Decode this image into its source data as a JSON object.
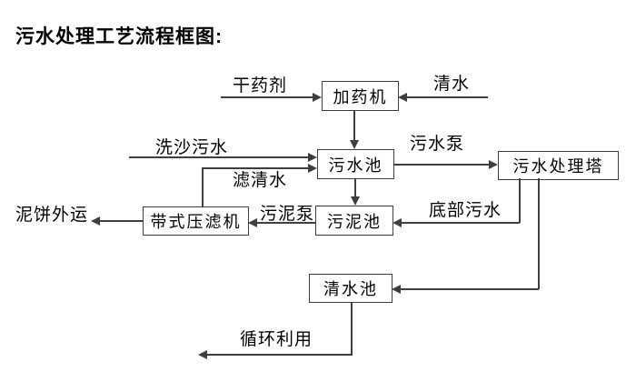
{
  "title": "污水处理工艺流程框图:",
  "colors": {
    "line": "#3f3f3f",
    "border": "#3f3f3f",
    "text": "#000000",
    "background": "#ffffff"
  },
  "nodes": {
    "dosing_machine": {
      "label": "加药机"
    },
    "sewage_pool": {
      "label": "污水池"
    },
    "treatment_tower": {
      "label": "污水处理塔"
    },
    "sludge_pool": {
      "label": "污泥池"
    },
    "belt_filter_press": {
      "label": "带式压滤机"
    },
    "clean_water_pool": {
      "label": "清水池"
    }
  },
  "flow_labels": {
    "dry_agent": "干药剂",
    "clean_water": "清水",
    "sand_wash_sewage": "洗沙污水",
    "sewage_pump": "污水泵",
    "filter_water": "滤清水",
    "sludge_pump": "污泥泵",
    "bottom_sewage": "底部污水",
    "mud_cake_out": "泥饼外运",
    "recycle_use": "循环利用"
  },
  "edges": [
    {
      "from": "external",
      "to": "dosing_machine",
      "label_key": "dry_agent"
    },
    {
      "from": "external",
      "to": "dosing_machine",
      "label_key": "clean_water"
    },
    {
      "from": "dosing_machine",
      "to": "sewage_pool",
      "label_key": ""
    },
    {
      "from": "external",
      "to": "sewage_pool",
      "label_key": "sand_wash_sewage"
    },
    {
      "from": "belt_filter_press",
      "to": "sewage_pool",
      "label_key": "filter_water"
    },
    {
      "from": "sewage_pool",
      "to": "treatment_tower",
      "label_key": "sewage_pump"
    },
    {
      "from": "sewage_pool",
      "to": "sludge_pool",
      "label_key": ""
    },
    {
      "from": "treatment_tower",
      "to": "sludge_pool",
      "label_key": "bottom_sewage"
    },
    {
      "from": "sludge_pool",
      "to": "belt_filter_press",
      "label_key": "sludge_pump"
    },
    {
      "from": "belt_filter_press",
      "to": "external",
      "label_key": "mud_cake_out"
    },
    {
      "from": "treatment_tower",
      "to": "clean_water_pool",
      "label_key": ""
    },
    {
      "from": "clean_water_pool",
      "to": "external",
      "label_key": "recycle_use"
    }
  ]
}
